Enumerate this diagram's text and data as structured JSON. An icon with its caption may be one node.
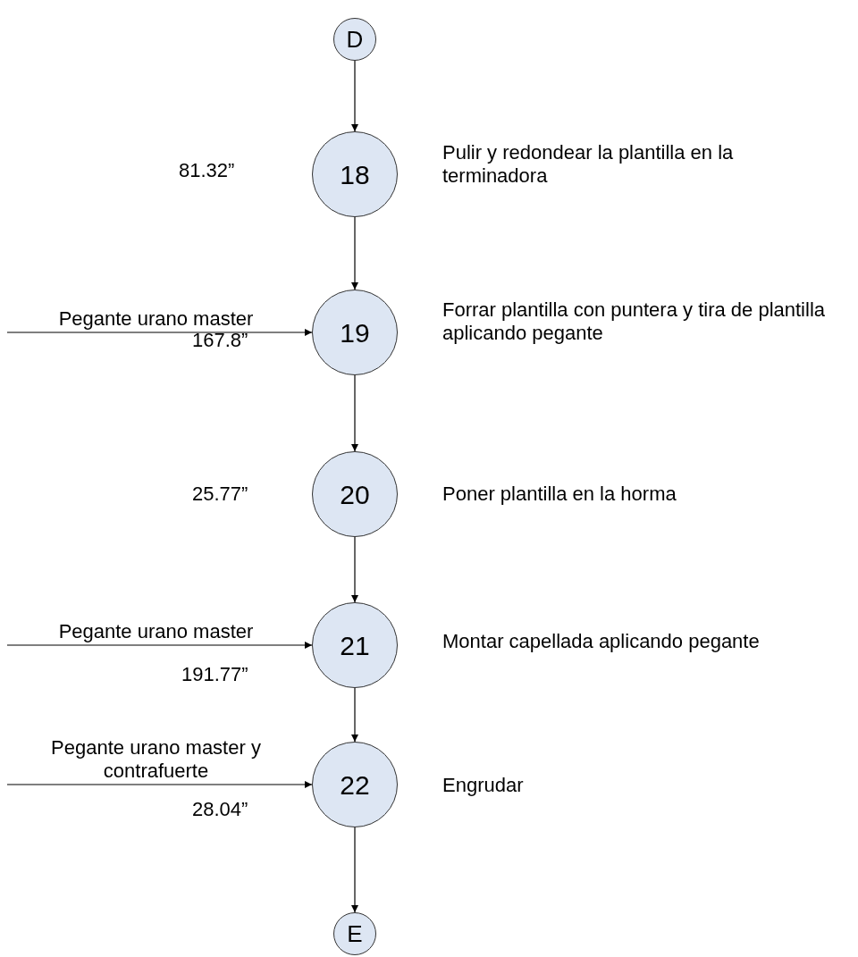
{
  "diagram": {
    "nodes": [
      {
        "text": [
          "D"
        ]
      },
      {
        "text": [
          "18"
        ],
        "beside": [
          "81.32”",
          "Pulir y redondear la plantilla en la terminadora"
        ]
      },
      {
        "text": [
          "19"
        ],
        "beside": [
          "167.8”",
          "Forrar plantilla con puntera y tira de plantilla aplicando pegante"
        ]
      },
      {
        "text": [
          "20"
        ],
        "beside": [
          "25.77”",
          "Poner plantilla en la horma"
        ]
      },
      {
        "text": [
          "21"
        ],
        "beside": [
          "191.77”",
          "Montar capellada aplicando pegante"
        ]
      },
      {
        "text": [
          "22"
        ],
        "beside": [
          "28.04”",
          "Engrudar"
        ]
      },
      {
        "text": [
          "E"
        ]
      }
    ],
    "edges": [
      {
        "from": 0,
        "to": 1,
        "arrow": "to"
      },
      {
        "from": 1,
        "to": 2,
        "arrow": "to"
      },
      {
        "from": null,
        "to": 2,
        "arrow": "to",
        "label": "Pegante urano master"
      },
      {
        "from": 2,
        "to": 3,
        "arrow": "to"
      },
      {
        "from": 3,
        "to": 4,
        "arrow": "to"
      },
      {
        "from": null,
        "to": 4,
        "arrow": "to",
        "label": "Pegante urano master"
      },
      {
        "from": 4,
        "to": 5,
        "arrow": "to"
      },
      {
        "from": null,
        "to": 5,
        "arrow": "to",
        "label": "Pegante urano master y contrafuerte"
      },
      {
        "from": 5,
        "to": 6,
        "arrow": "to"
      }
    ]
  }
}
